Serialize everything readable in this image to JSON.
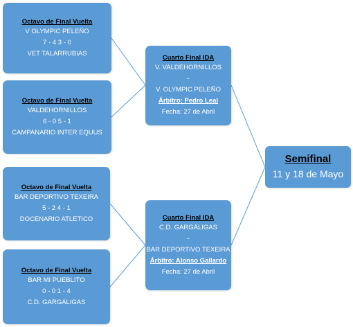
{
  "octavos": [
    {
      "title": "Octavo de Final Vuelta",
      "team_a": "V OLYMPIC PELEÑO",
      "score": "7 - 4   3 - 0",
      "team_b": "VET TALARRUBIAS"
    },
    {
      "title": "Octavo de Final Vuelta",
      "team_a": "VALDEHORNILLOS",
      "score": "6 - 0   5 - 1",
      "team_b": "CAMPANARIO INTER EQUUS"
    },
    {
      "title": "Octavo de Final Vuelta",
      "team_a": "BAR DEPORTIVO TEXEIRA",
      "score": "5 - 2   4 - 1",
      "team_b": "DOCENARIO ATLETICO"
    },
    {
      "title": "Octavo de Final Vuelta",
      "team_a": "BAR MI PUEBLITO",
      "score": "0 - 0   1 - 4",
      "team_b": "C.D. GARGÁLIGAS"
    }
  ],
  "cuartos": [
    {
      "title": "Cuarto Final IDA",
      "team_a": "V. VALDEHORNILLOS",
      "sep": "-",
      "team_b": "V. OLYMPIC PELEÑO",
      "referee": "Árbitro: Pedro Leal",
      "date": "Fecha: 27 de Abril"
    },
    {
      "title": "Cuarto Final IDA",
      "team_a": "C.D. GARGÁLIGAS",
      "sep": "-",
      "team_b": "BAR DEPORTIVO TEXEIRA",
      "referee": "Árbitro: Alonso Gallardo",
      "date": "Fecha: 27 de Abril"
    }
  ],
  "semifinal": {
    "title": "Semifinal",
    "dates": "11 y 18 de Mayo"
  },
  "colors": {
    "box": "#5b9bd5",
    "line": "#5b9bd5"
  }
}
